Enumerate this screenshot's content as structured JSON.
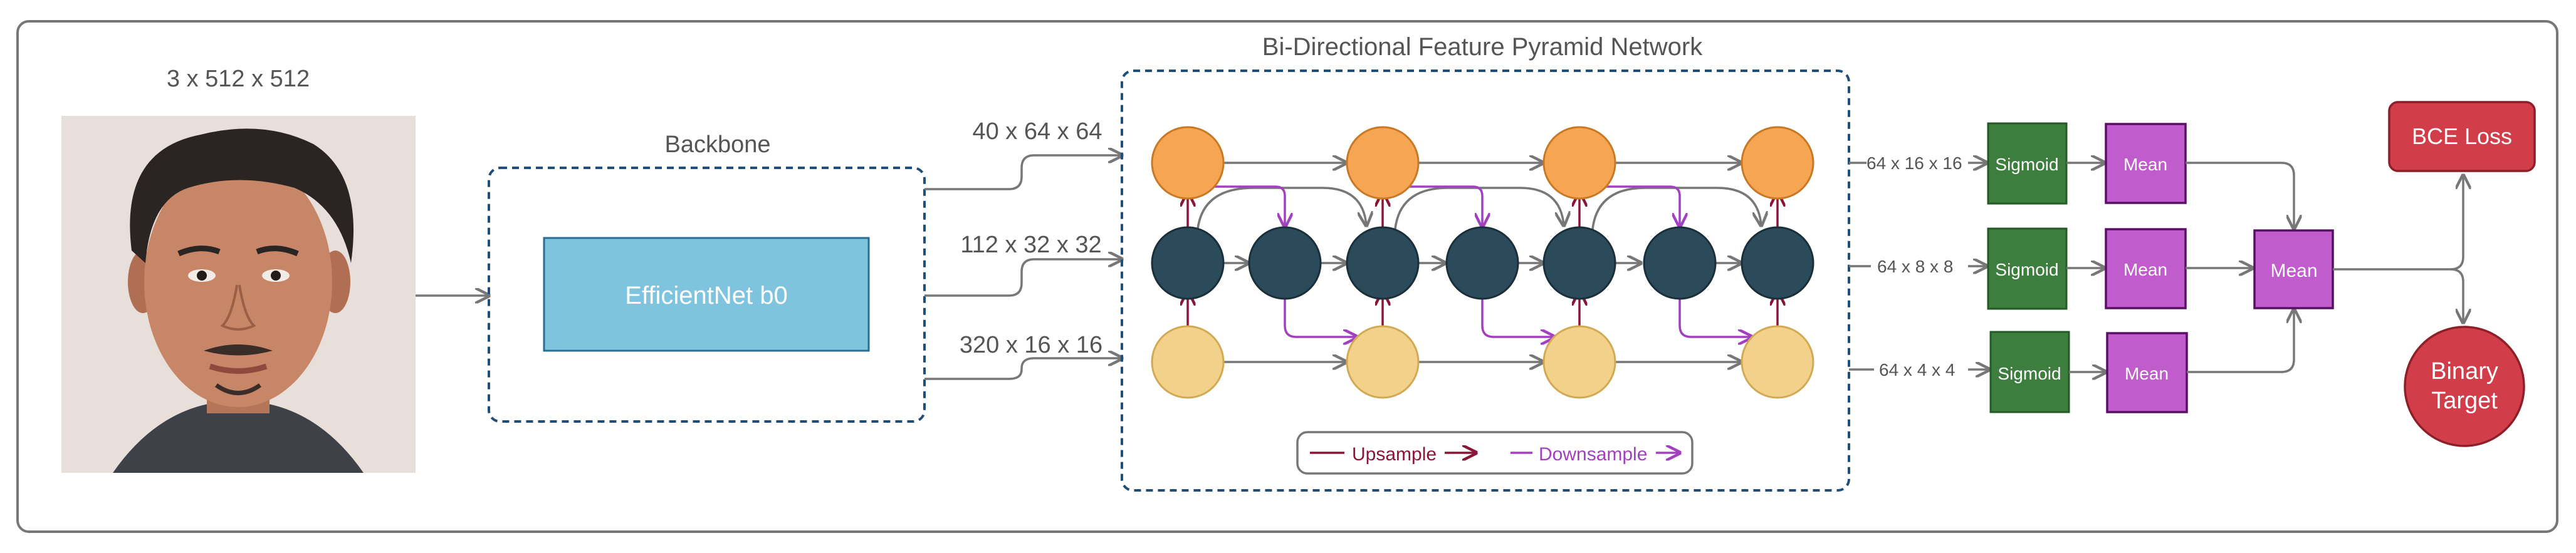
{
  "input": {
    "shape": "3 x 512 x 512"
  },
  "backbone": {
    "title": "Backbone",
    "model": "EfficientNet b0",
    "outputs": [
      "40 x 64 x 64",
      "112 x 32 x 32",
      "320 x 16 x 16"
    ]
  },
  "bifpn": {
    "title": "Bi-Directional Feature Pyramid Network",
    "legend": {
      "upsample": "Upsample",
      "downsample": "Downsample"
    }
  },
  "heads": [
    {
      "shape": "64 x 16 x 16",
      "sigmoid": "Sigmoid",
      "mean": "Mean"
    },
    {
      "shape": "64 x 8 x 8",
      "sigmoid": "Sigmoid",
      "mean": "Mean"
    },
    {
      "shape": "64 x 4 x 4",
      "sigmoid": "Sigmoid",
      "mean": "Mean"
    }
  ],
  "aggregate": {
    "mean": "Mean"
  },
  "outputs": {
    "loss": "BCE Loss",
    "target_line1": "Binary",
    "target_line2": "Target"
  },
  "colors": {
    "frame": "#777777",
    "dashed_border": "#1f4e79",
    "backbone_fill": "#7fc4df",
    "node_orange": "#f6a552",
    "node_dark": "#2b4a5a",
    "node_yellow": "#f2d18a",
    "upsample": "#8b1538",
    "downsample": "#a33fc1",
    "sigmoid": "#3d7d3e",
    "mean": "#c05ccc",
    "loss": "#d13e4a"
  }
}
